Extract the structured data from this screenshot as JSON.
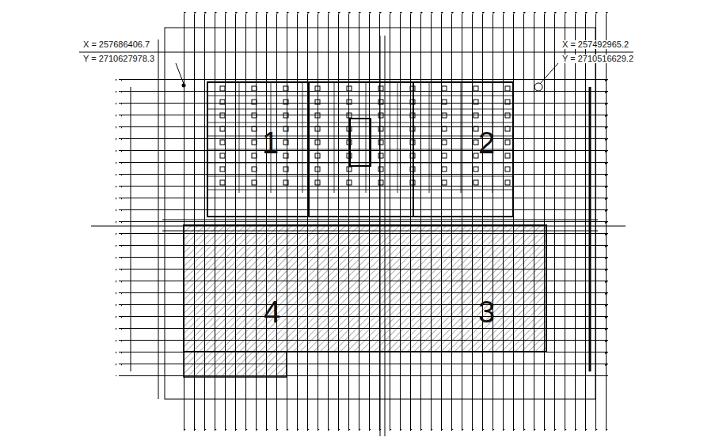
{
  "diagram": {
    "labels": [
      "X = 257686406.7",
      "Y = 2710627978.3",
      "X = 257492965.2",
      "Y = 2710516629.2",
      "1",
      "2",
      "4",
      "3"
    ]
  }
}
